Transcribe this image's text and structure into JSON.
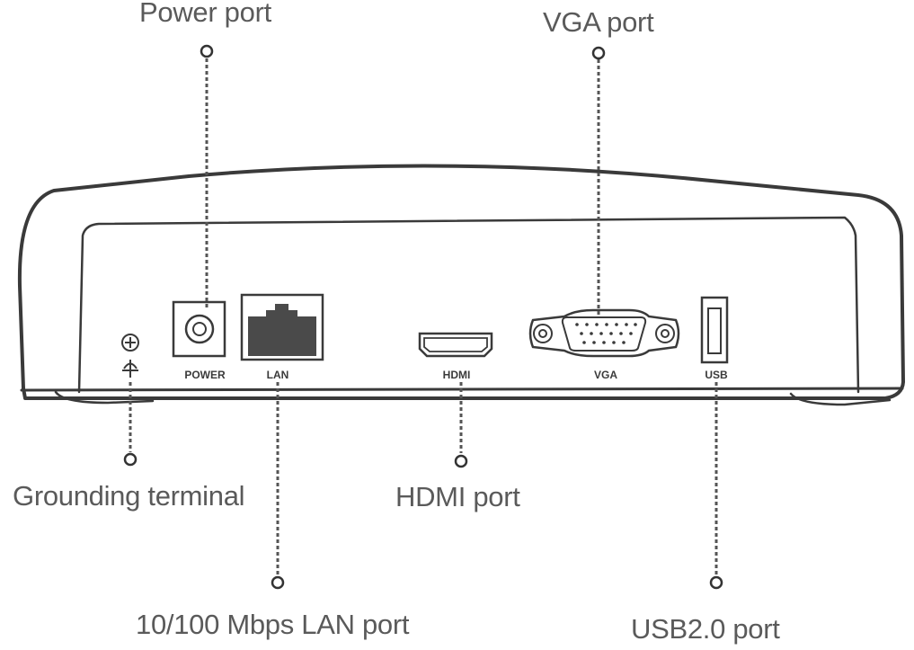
{
  "callouts": {
    "power": "Power port",
    "vga": "VGA port",
    "grounding": "Grounding terminal",
    "hdmi": "HDMI port",
    "lan": "10/100 Mbps LAN port",
    "usb": "USB2.0 port"
  },
  "panel_labels": {
    "power": "POWER",
    "lan": "LAN",
    "hdmi": "HDMI",
    "vga": "VGA",
    "usb": "USB"
  },
  "colors": {
    "label_text": "#5a5a5a",
    "outline": "#3a3a3a",
    "jack_fill": "#4a4a4a",
    "leader_line": "#555555"
  },
  "icons": {
    "grounding": "grounding-screw-icon"
  }
}
